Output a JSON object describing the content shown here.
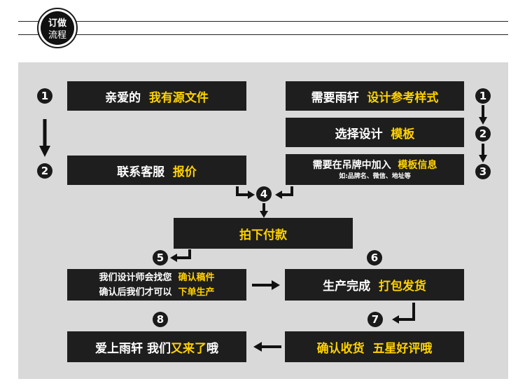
{
  "header": {
    "badge_line1": "订做",
    "badge_line2": "流程"
  },
  "steps": {
    "n1": "1",
    "n2": "2",
    "n3": "3",
    "n4": "4",
    "n5": "5",
    "n6": "6",
    "n7": "7",
    "n8": "8",
    "left1": {
      "white": "亲爱的",
      "yellow": "我有源文件"
    },
    "left2": {
      "white": "联系客服",
      "yellow": "报价"
    },
    "right1": {
      "white": "需要雨轩",
      "yellow": "设计参考样式"
    },
    "right2": {
      "white": "选择设计",
      "yellow": "模板"
    },
    "right3": {
      "white": "需要在吊牌中加入",
      "yellow": "模板信息",
      "sub": "如:品牌名、微信、地址等"
    },
    "pay": "拍下付款",
    "design": {
      "line1_white": "我们设计师会找您",
      "line1_yellow": "确认稿件",
      "line2_white": "确认后我们才可以",
      "line2_yellow": "下单生产"
    },
    "ship": {
      "white": "生产完成",
      "yellow": "打包发货"
    },
    "review": {
      "yellow1": "确认收货",
      "yellow2": "五星好评哦"
    },
    "final": {
      "white": "爱上雨轩 我们",
      "yellow": "又来了",
      "white2": "哦"
    }
  },
  "colors": {
    "panel": "#d9d9d9",
    "box": "#1e1e1e",
    "highlight": "#ffd200",
    "text": "#ffffff"
  }
}
